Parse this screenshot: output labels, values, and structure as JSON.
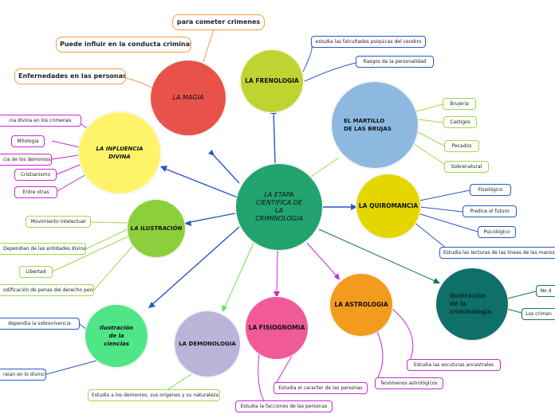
{
  "center": "LA ETAPA CIENTIFICA DE LA CRIMINOLOGIA",
  "magia": {
    "title": "LA MAGIA",
    "items": [
      "para cometer crimenes",
      "Puede influir en la conducta criminal",
      "Enfernedades en las personas"
    ]
  },
  "frenologia": {
    "title": "LA FRENOLOGIA",
    "items": [
      "estudia las falcultades psiquicas del cerebro",
      "Rasgos de la personalidad"
    ]
  },
  "martillo": {
    "title": "EL MARTILLO DE LAS BRUJAS",
    "items": [
      "Brujeria",
      "Castigos",
      "Pecados",
      "Sobrenatural"
    ]
  },
  "quiromancia": {
    "title": "LA QUIROMANCIA",
    "items": [
      "Fisiológico",
      "Predice el futuro",
      "Psicológico",
      "Estudia las lecturas de las lineas de las manos"
    ]
  },
  "ilustracion_crim": {
    "title": "Ilustración de la criminologia",
    "items": [
      "No d",
      "Los crimen"
    ]
  },
  "astrologia": {
    "title": "LA ASTROLOGIA",
    "items": [
      "Estudia las escuturas ancestrales",
      "fenómenos astrológicos"
    ]
  },
  "fisiognomia": {
    "title": "LA FISIOGNOMIA",
    "items": [
      "Estudia el caracter de las personas",
      "Estudia la facciones de las personas"
    ]
  },
  "demonologia": {
    "title": "LA DEMONOLOGIA",
    "items": [
      "Estudia a los demonios, sus origenes y su naturaleza"
    ]
  },
  "ilustracion_ciencias": {
    "title": "Ilustración de la ciencias",
    "items": [
      "dependia la sobrevivencia",
      "reian en lo divino"
    ]
  },
  "ilustracion": {
    "title": "LA ILUSTRACIÓN",
    "items": [
      "Movimiento intelectual",
      "Dependian de las entidades divinas",
      "Libertad",
      "odificación de penas del derecho penal"
    ]
  },
  "influencia": {
    "title": "LA INFLUENCIA DIVINA",
    "items": [
      "cia divina en los crimenes",
      "Mitologia",
      "cia de los demonios",
      "Cristianismo",
      "Entre otras"
    ]
  },
  "colors": {
    "center": "#22a36f",
    "magia": "#e8524a",
    "frenologia": "#c1d331",
    "martillo": "#8db9e0",
    "quiromancia": "#e4d600",
    "ilustracion_crim": "#0f6f69",
    "astrologia": "#f29b1c",
    "fisiognomia": "#f05a98",
    "demonologia": "#bcb3d9",
    "ilustracion_ciencias": "#4fe688",
    "ilustracion": "#8bd03c",
    "influencia": "#fff36a"
  }
}
